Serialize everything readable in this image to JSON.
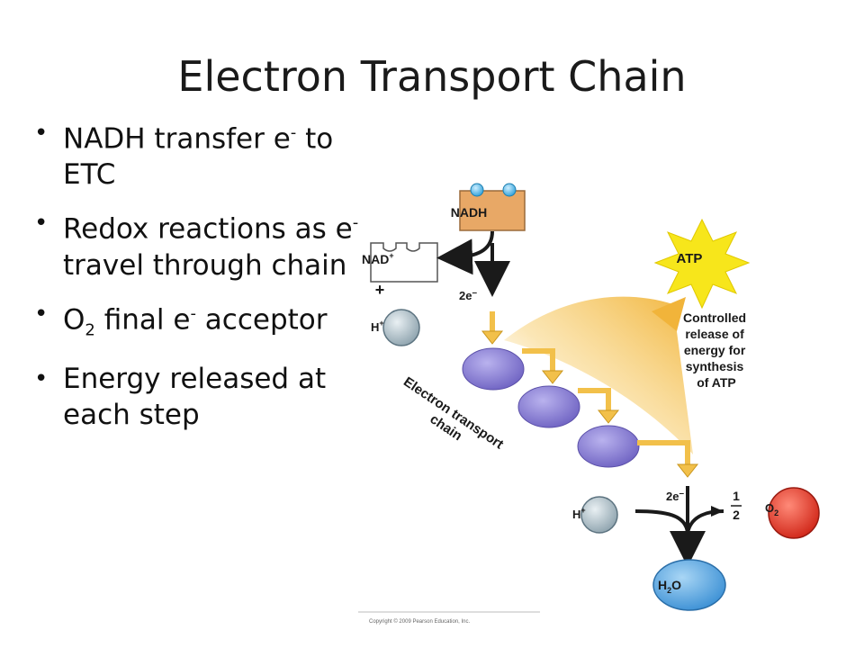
{
  "slide": {
    "title": "Electron Transport Chain",
    "bullets": [
      {
        "pre": "NADH transfer e",
        "sup": "-",
        "post": " to ETC"
      },
      {
        "pre": "Redox reactions as e",
        "sup": "-",
        "post": " travel through chain"
      },
      {
        "pre": "O",
        "sub": "2",
        "mid": " final e",
        "sup": "-",
        "post": " acceptor"
      },
      {
        "pre": "Energy released at each step"
      }
    ]
  },
  "diagram": {
    "nadh": "NADH",
    "nad": "NAD",
    "nad_sup": "+",
    "plus": "+",
    "h": "H",
    "h_sup": "+",
    "two_e": "2e",
    "two_e_sup": "–",
    "atp": "ATP",
    "controlled": [
      "Controlled",
      "release of",
      "energy for",
      "synthesis",
      "of ATP"
    ],
    "etc_label_1": "Electron transport",
    "etc_label_2": "chain",
    "half_num": "1",
    "half_den": "2",
    "o2": "O",
    "o2_sub": "2",
    "h2o_h": "H",
    "h2o_sub": "2",
    "h2o_o": "O",
    "copyright": "Copyright © 2009 Pearson Education, Inc."
  },
  "colors": {
    "nadh_box": "#e8a866",
    "carrier": "#8b7fd0",
    "yellow_arrow": "#f2c04a",
    "atp_star": "#f7e61b",
    "h_ion": "#b8c8d0",
    "o2_ball": "#e03a2a",
    "h2o_ball": "#5aa7e0",
    "electron": "#5bbbe8"
  }
}
